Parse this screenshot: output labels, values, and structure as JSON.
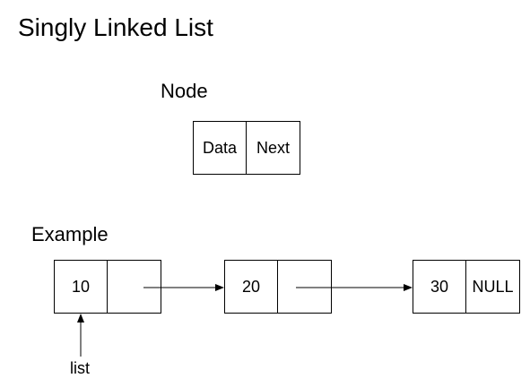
{
  "title": "Singly Linked List",
  "node_section": {
    "label": "Node",
    "fields": [
      "Data",
      "Next"
    ]
  },
  "example": {
    "label": "Example",
    "nodes": [
      {
        "data": "10",
        "next": ""
      },
      {
        "data": "20",
        "next": ""
      },
      {
        "data": "30",
        "next": "NULL"
      }
    ],
    "head_pointer_label": "list"
  },
  "colors": {
    "stroke": "#000000",
    "background": "#ffffff",
    "text": "#000000"
  }
}
